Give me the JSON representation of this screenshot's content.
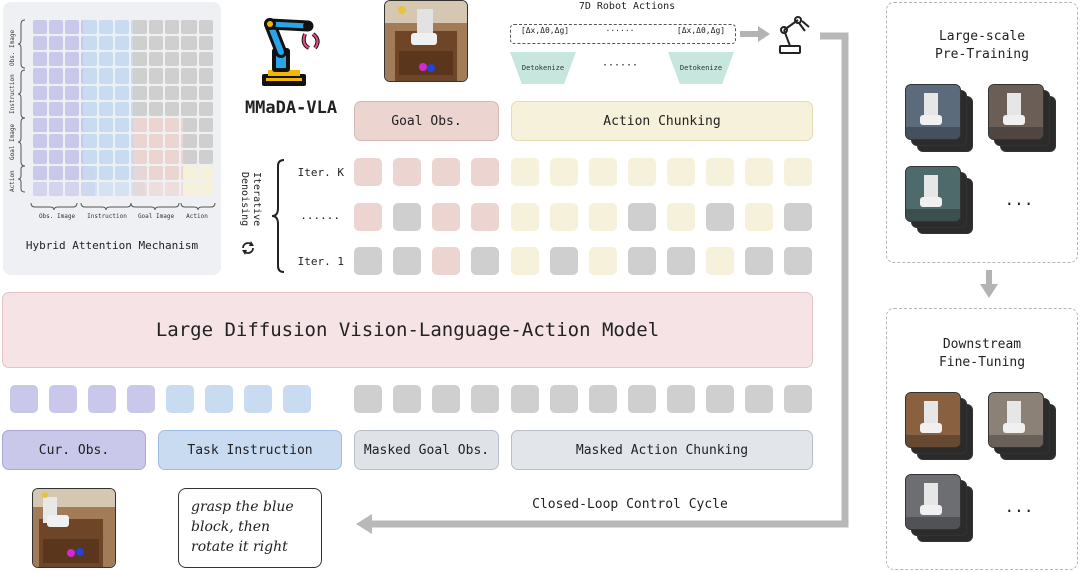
{
  "attention": {
    "title": "Hybrid Attention Mechanism",
    "row_labels": [
      "Obs. Image",
      "Instruction",
      "Goal Image",
      "Action"
    ],
    "col_labels": [
      "Obs. Image",
      "Instruction",
      "Goal Image",
      "Action"
    ]
  },
  "model": {
    "name": "MMaDA-VLA",
    "backbone_label": "Large Diffusion Vision-Language-Action Model"
  },
  "actions": {
    "title": "7D Robot Actions",
    "action_left": "[Δx,Δθ,Δg]",
    "action_dots": "······",
    "action_right": "[Δx,Δθ,Δg]",
    "detok_left": "Detokenize",
    "detok_dots": "······",
    "detok_right": "Detokenize"
  },
  "output_labels": {
    "goal_obs": "Goal Obs.",
    "action_chunking": "Action Chunking"
  },
  "denoising": {
    "label_line1": "Iterative",
    "label_line2": "Denoising",
    "iter_k": "Iter. K",
    "iter_dots": "......",
    "iter_1": "Iter. 1"
  },
  "input_labels": {
    "cur_obs": "Cur. Obs.",
    "task_instruction": "Task Instruction",
    "masked_goal_obs": "Masked Goal Obs.",
    "masked_action_chunking": "Masked Action Chunking"
  },
  "instruction_text": "grasp the blue block, then rotate it right",
  "loop_label": "Closed-Loop Control Cycle",
  "training": {
    "pretrain_title_line1": "Large-scale",
    "pretrain_title_line2": "Pre-Training",
    "pretrain_dots": "...",
    "finetune_title_line1": "Downstream",
    "finetune_title_line2": "Fine-Tuning",
    "finetune_dots": "..."
  },
  "colors": {
    "obs": "#c9c8ea",
    "instruction": "#c9dbf1",
    "goal": "#ecd4d1",
    "action": "#f6f1da",
    "masked": "#cfcfcf",
    "backbone": "#f6e3e6"
  }
}
